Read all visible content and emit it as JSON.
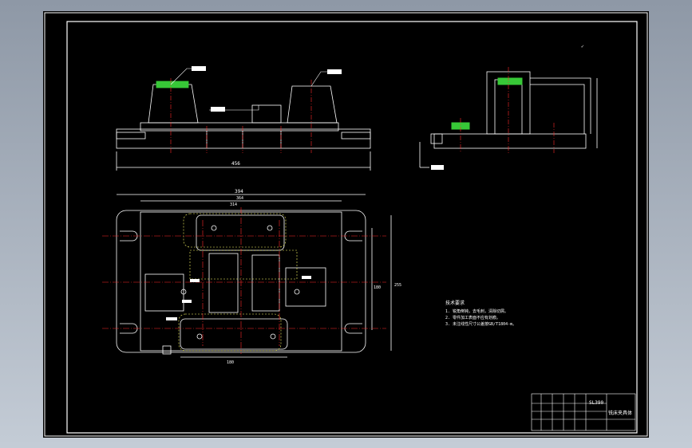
{
  "drawing": {
    "roughness_mark": "✓",
    "notes_heading": "技术要求",
    "notes": [
      "1. 锐角倒钝，去毛刺，清除切屑。",
      "2. 零件加工表面不应有划痕。",
      "3. 未注线性尺寸公差按GB/T1804-m。"
    ],
    "dims": {
      "front_overall": "456",
      "plan_top_width": "394",
      "plan_inner_width": "364",
      "plan_inner_2": "314",
      "plan_height_right": "255",
      "plan_height_inner": "180",
      "plan_bottom": "180"
    },
    "title_block": {
      "drawing_no": "SL390",
      "part_name": "铣床夹具体"
    }
  },
  "colors": {
    "line_white": "#ffffff",
    "centerline_red": "#ff2a2a",
    "hidden_yellow": "#ffff66",
    "hatch_green": "#37c837",
    "balloon_blue": "#3a6cff",
    "background": "#000000"
  }
}
